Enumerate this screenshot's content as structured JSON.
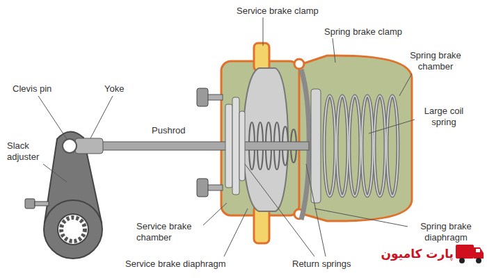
{
  "diagram": {
    "labels": [
      "Service brake clamp",
      "Spring brake clamp",
      "Spring brake chamber",
      "Clevis pin",
      "Yoke",
      "Large coil spring",
      "Pushrod",
      "Slack adjuster",
      "Service brake chamber",
      "Spring brake diaphragm",
      "Service brake diaphragm",
      "Return springs",
      "پارت کامیون"
    ]
  }
}
